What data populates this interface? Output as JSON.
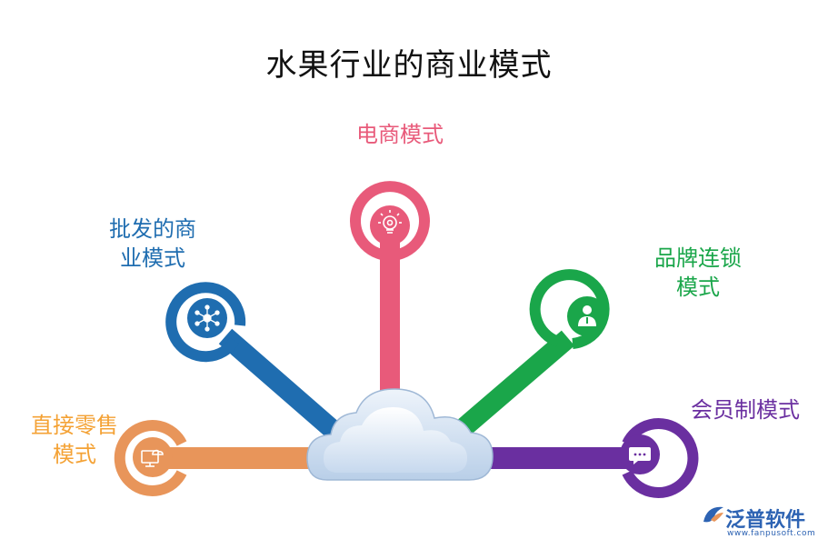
{
  "title": "水果行业的商业模式",
  "hub": {
    "icon": "cloud-icon"
  },
  "branches": [
    {
      "id": "retail",
      "lines": [
        "直接零售",
        "模式"
      ],
      "color": "#f4a235",
      "spoke_color": "#e8955a",
      "ring_color": "#e8955a",
      "icon": "monitor-cloud-icon"
    },
    {
      "id": "wholesale",
      "lines": [
        "批发的商",
        "业模式"
      ],
      "color": "#1f6db0",
      "spoke_color": "#1f6db0",
      "ring_color": "#1f6db0",
      "icon": "network-icon"
    },
    {
      "id": "ecommerce",
      "lines": [
        "电商模式"
      ],
      "color": "#e85a7a",
      "spoke_color": "#e85a7a",
      "ring_color": "#e85a7a",
      "icon": "lightbulb-gear-icon"
    },
    {
      "id": "brand-chain",
      "lines": [
        "品牌连锁",
        "模式"
      ],
      "color": "#1aa64a",
      "spoke_color": "#1aa64a",
      "ring_color": "#1aa64a",
      "icon": "businessman-icon"
    },
    {
      "id": "membership",
      "lines": [
        "会员制模式"
      ],
      "color": "#6a2fa0",
      "spoke_color": "#6a2fa0",
      "ring_color": "#6a2fa0",
      "icon": "chat-bubble-icon"
    }
  ],
  "logo": {
    "text": "泛普软件",
    "url": "www.fanpusoft.com",
    "color": "#2d63b3",
    "icon": "fanpu-logo-icon"
  }
}
